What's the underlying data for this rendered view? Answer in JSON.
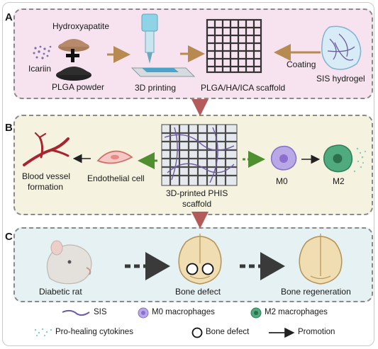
{
  "panels": {
    "a": "A",
    "b": "B",
    "c": "C"
  },
  "panel_a": {
    "hydroxyapatite": "Hydroxyapatite",
    "icariin": "Icariin",
    "plga_powder": "PLGA powder",
    "printing": "3D printing",
    "scaffold": "PLGA/HA/ICA scaffold",
    "coating": "Coating",
    "sis_hydrogel": "SIS hydrogel"
  },
  "panel_b": {
    "blood_vessel_1": "Blood vessel",
    "blood_vessel_2": "formation",
    "endothelial": "Endothelial cell",
    "phis_1": "3D-printed PHIS",
    "phis_2": "scaffold",
    "m0": "M0",
    "m2": "M2"
  },
  "panel_c": {
    "diabetic_rat": "Diabetic rat",
    "bone_defect": "Bone defect",
    "bone_regeneration": "Bone regeneration"
  },
  "legend": {
    "sis": "SIS",
    "m0": "M0 macrophages",
    "m2": "M2 macrophages",
    "cytokines": "Pro-healing cytokines",
    "bone_defect": "Bone defect",
    "promotion": "Promotion"
  },
  "colors": {
    "panel_a": "#f6e3ef",
    "panel_b": "#f5f3df",
    "panel_c": "#e6f1f3",
    "arrow_brown": "#b78a50",
    "arrow_red": "#b55a5a",
    "arrow_green": "#4f8f2f",
    "m0_purple": "#a58fd8",
    "m2_green": "#3f9e73"
  }
}
